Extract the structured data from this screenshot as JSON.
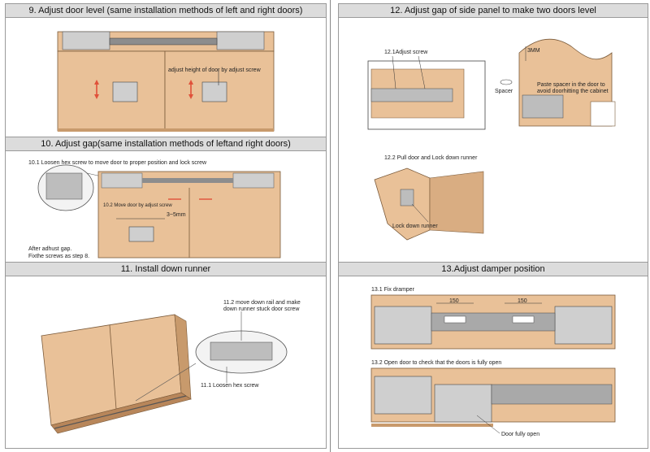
{
  "sections": {
    "s9": {
      "title": "9. Adjust door level (same installation methods of left and right doors)",
      "callout": "adjust height of door by adjust screw"
    },
    "s10": {
      "title": "10. Adjust gap(same installation methods of leftand right doors)",
      "step1": "10.1 Loosen hex screw to move door to proper position and lock screw",
      "step2": "10.2 Move door by adjust screw",
      "gap": "3~5mm",
      "note1": "After adhust gap.",
      "note2": "Fixthe screws as step 8."
    },
    "s11": {
      "title": "11. Install down runner",
      "step2a": "11.2 move down rail and make",
      "step2b": "down runner stuck door screw",
      "step1": "11.1  Loosen hex screw"
    },
    "s12": {
      "title": "12. Adjust gap of side panel to make two doors level",
      "step1": "12.1Adjust screw",
      "dim": "3MM",
      "spacer": "Spacer",
      "paste1": "Paste spacer in the door to",
      "paste2": "avoid doorhitting the cabinet",
      "step2": "12.2 Pull door and Lock down  runner",
      "lock": "Lock down runner"
    },
    "s13": {
      "title": "13.Adjust damper position",
      "step1": "13.1 Fix dramper",
      "dim1": "150",
      "dim2": "150",
      "step2": "13.2 Open door to check that the doors is fully open",
      "open": "Door fully open"
    }
  },
  "colors": {
    "wood": "#e9c198",
    "wood_dark": "#c89a6c",
    "header_bg": "#dcdcdc",
    "arrow": "#e0513a",
    "metal": "#cfcfcf"
  }
}
